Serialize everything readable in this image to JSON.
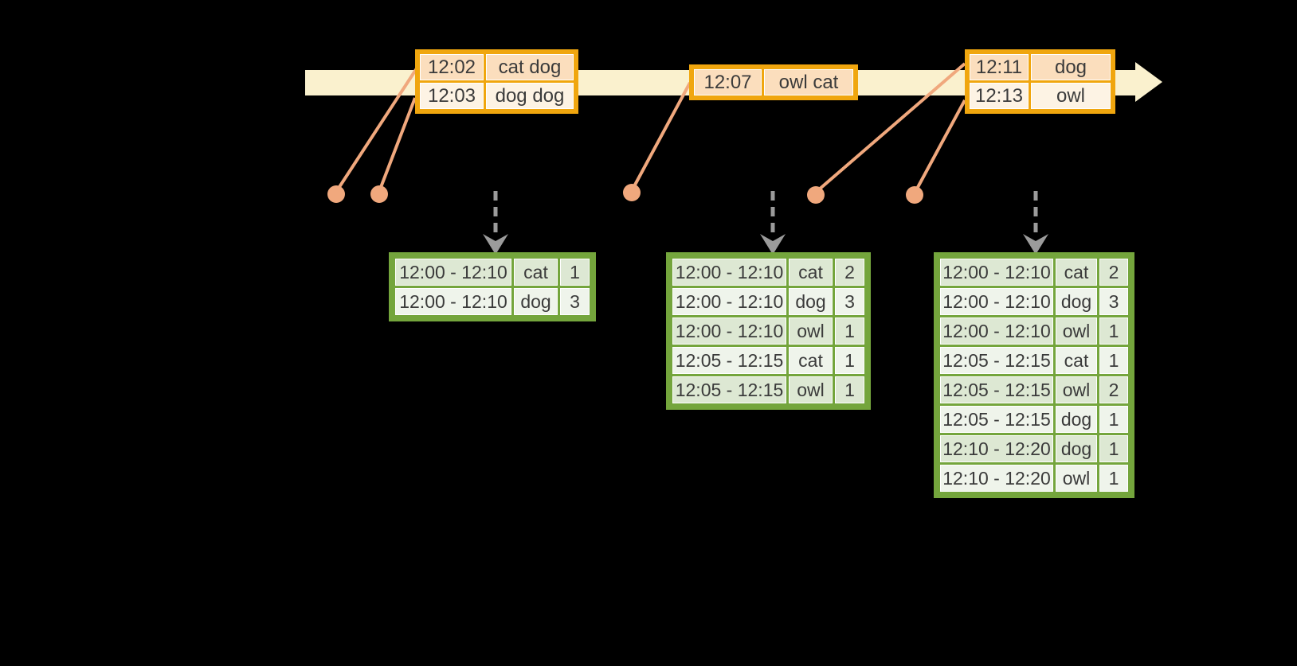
{
  "diagram": {
    "description": "windowed-word-count-streaming-diagram",
    "colors": {
      "background": "#000000",
      "timeline_fill": "#FAF1CE",
      "event_border": "#F0A60E",
      "event_row_dark": "#FBDEBD",
      "event_row_light": "#FDF3E4",
      "connector_salmon": "#F0A87D",
      "trigger_arrow_gray": "#9B9B9B",
      "result_border": "#74A53C",
      "result_row_dark": "#DDE8D3",
      "result_row_light": "#EFF4EB",
      "text": "#3B3B3B"
    },
    "event_tables": [
      {
        "rows": [
          {
            "time": "12:02",
            "words": "cat dog"
          },
          {
            "time": "12:03",
            "words": "dog dog"
          }
        ]
      },
      {
        "rows": [
          {
            "time": "12:07",
            "words": "owl cat"
          }
        ]
      },
      {
        "rows": [
          {
            "time": "12:11",
            "words": "dog"
          },
          {
            "time": "12:13",
            "words": "owl"
          }
        ]
      }
    ],
    "result_tables": [
      {
        "rows": [
          {
            "window": "12:00 - 12:10",
            "word": "cat",
            "count": "1"
          },
          {
            "window": "12:00 - 12:10",
            "word": "dog",
            "count": "3"
          }
        ]
      },
      {
        "rows": [
          {
            "window": "12:00 - 12:10",
            "word": "cat",
            "count": "2"
          },
          {
            "window": "12:00 - 12:10",
            "word": "dog",
            "count": "3"
          },
          {
            "window": "12:00 - 12:10",
            "word": "owl",
            "count": "1"
          },
          {
            "window": "12:05 - 12:15",
            "word": "cat",
            "count": "1"
          },
          {
            "window": "12:05 - 12:15",
            "word": "owl",
            "count": "1"
          }
        ]
      },
      {
        "rows": [
          {
            "window": "12:00 - 12:10",
            "word": "cat",
            "count": "2"
          },
          {
            "window": "12:00 - 12:10",
            "word": "dog",
            "count": "3"
          },
          {
            "window": "12:00 - 12:10",
            "word": "owl",
            "count": "1"
          },
          {
            "window": "12:05 - 12:15",
            "word": "cat",
            "count": "1"
          },
          {
            "window": "12:05 - 12:15",
            "word": "owl",
            "count": "2"
          },
          {
            "window": "12:05 - 12:15",
            "word": "dog",
            "count": "1"
          },
          {
            "window": "12:10 - 12:20",
            "word": "dog",
            "count": "1"
          },
          {
            "window": "12:10 - 12:20",
            "word": "owl",
            "count": "1"
          }
        ]
      }
    ]
  }
}
